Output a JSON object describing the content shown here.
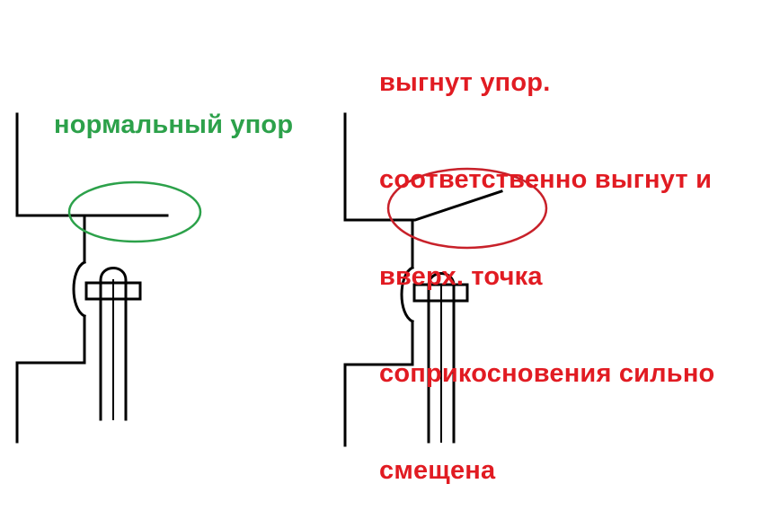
{
  "labels": {
    "normal": "нормальный упор",
    "bent_lines": [
      "выгнут упор.",
      "соответственно выгнут и",
      "вверх. точка",
      "соприкосновения сильно",
      "смещена"
    ]
  },
  "colors": {
    "normal_text": "#2ca14a",
    "normal_ellipse": "#2ca14a",
    "bent_text": "#e11b22",
    "bent_ellipse": "#c8212a",
    "line": "#000000",
    "background": "#ffffff"
  }
}
